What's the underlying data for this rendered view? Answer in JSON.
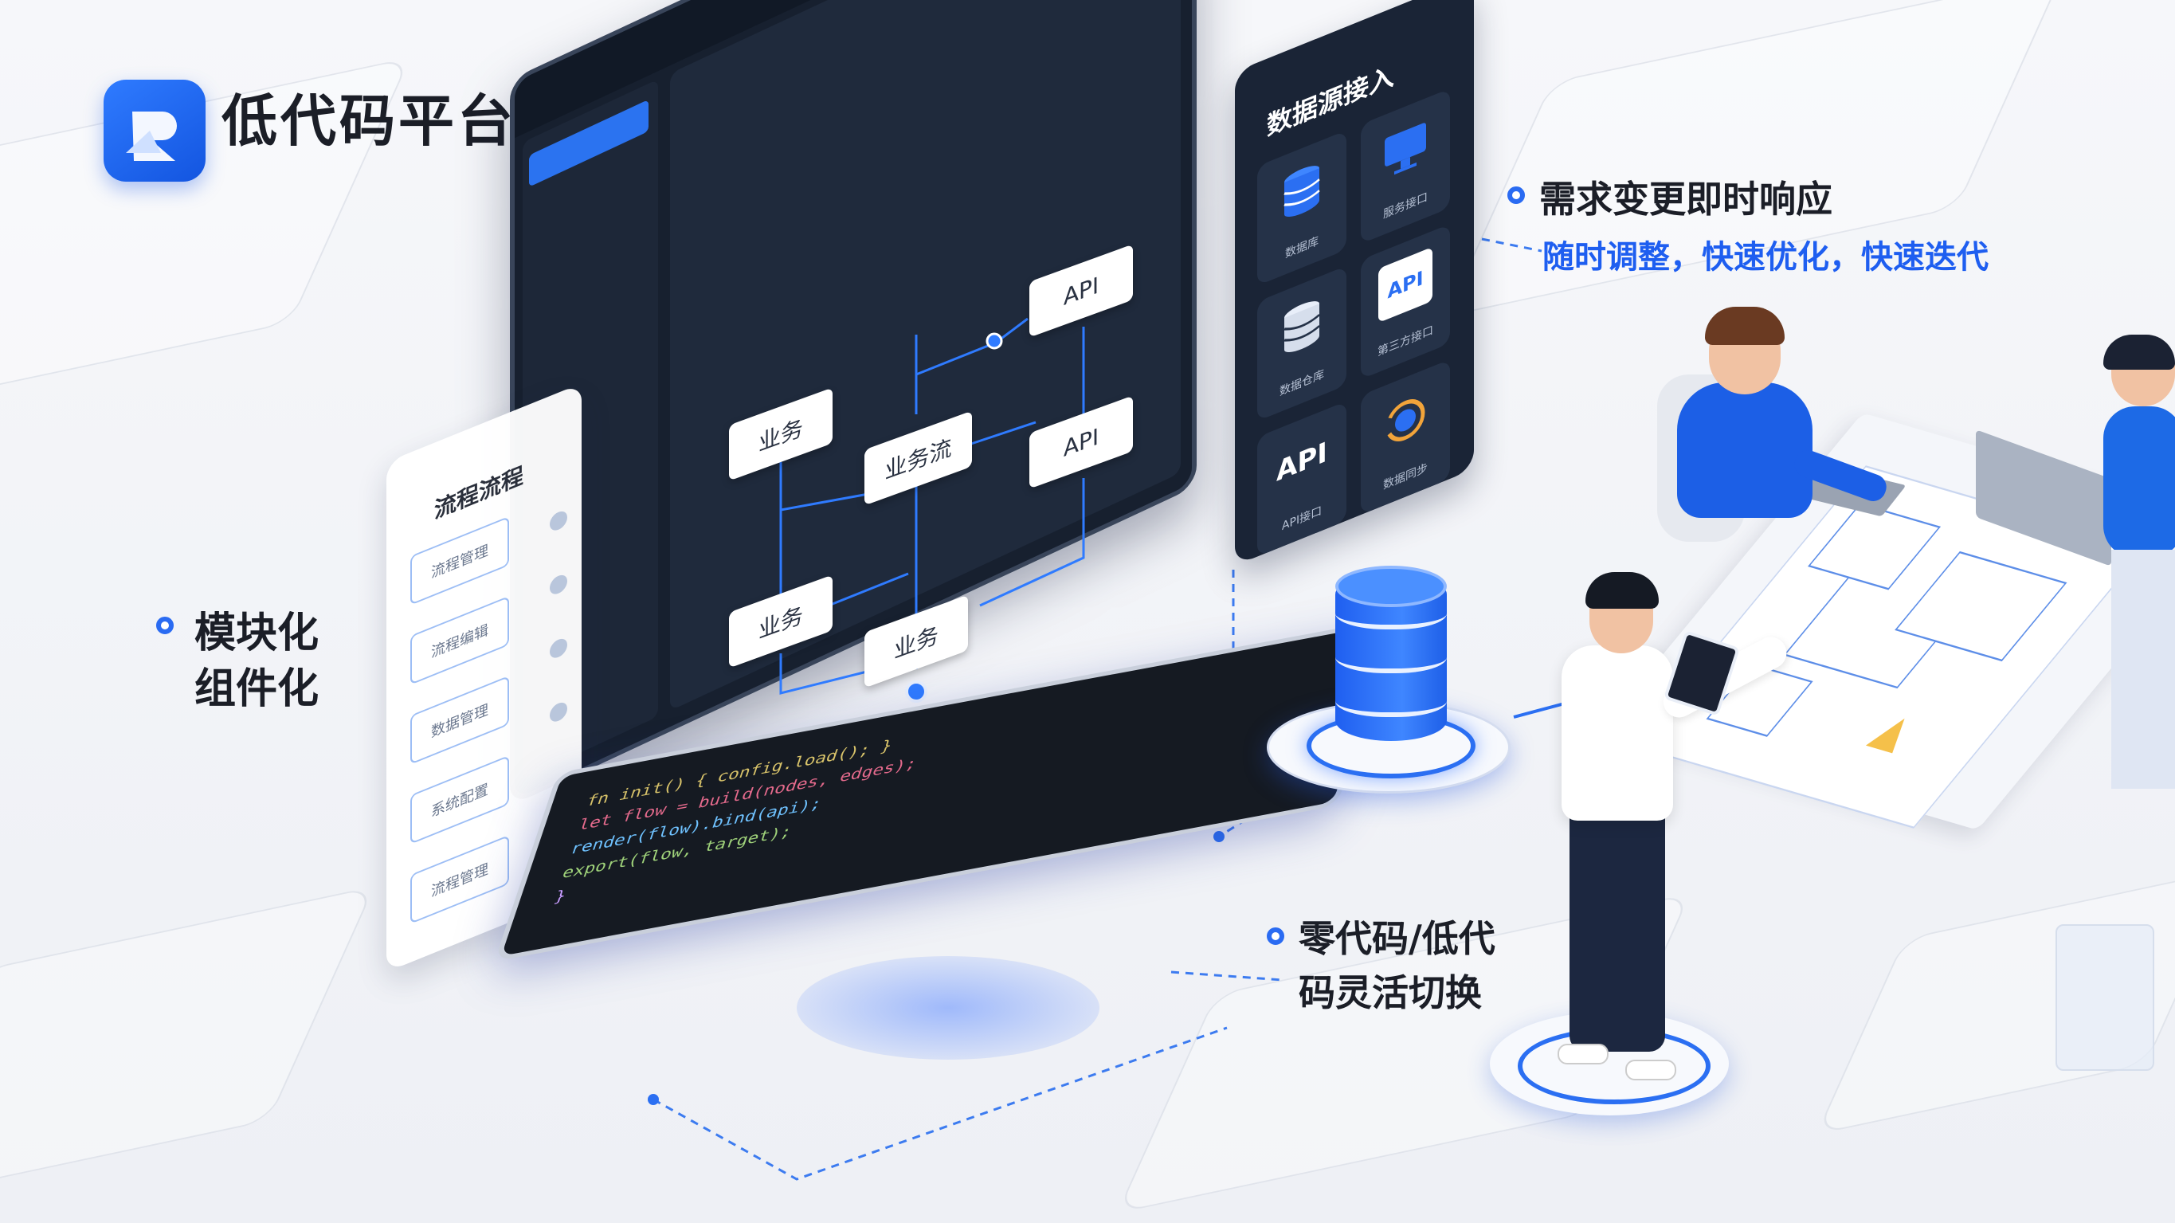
{
  "brand": {
    "title": "低代码平台",
    "logo_icon": "platform-logo-icon",
    "accent": "#1e5ef0"
  },
  "callouts": {
    "modular": {
      "line1": "模块化",
      "line2": "组件化"
    },
    "requirement": {
      "title": "需求变更即时响应",
      "subtitle": "随时调整，快速优化，快速迭代"
    },
    "zerocode": {
      "line1": "零代码/低代",
      "line2": "码灵活切换"
    }
  },
  "process_panel": {
    "title": "流程流程",
    "items": [
      "流程管理",
      "流程编辑",
      "数据管理",
      "系统配置",
      "流程管理"
    ]
  },
  "flow_nodes": {
    "api_top": "API",
    "api_mid": "API",
    "biz_left": "业务",
    "biz_center": "业务流",
    "biz_bl": "业务",
    "biz_bc": "业务"
  },
  "data_panel": {
    "title": "数据源接入",
    "cards": [
      {
        "icon": "database-icon",
        "label": "数据库"
      },
      {
        "icon": "monitor-icon",
        "label": "服务接口"
      },
      {
        "icon": "database-stack-icon",
        "label": "数据仓库"
      },
      {
        "icon": "api-doc-icon",
        "label": "第三方接口",
        "text": "API"
      },
      {
        "icon": "api-icon",
        "label": "API接口",
        "text": "API"
      },
      {
        "icon": "sync-icon",
        "label": "数据同步"
      }
    ]
  }
}
